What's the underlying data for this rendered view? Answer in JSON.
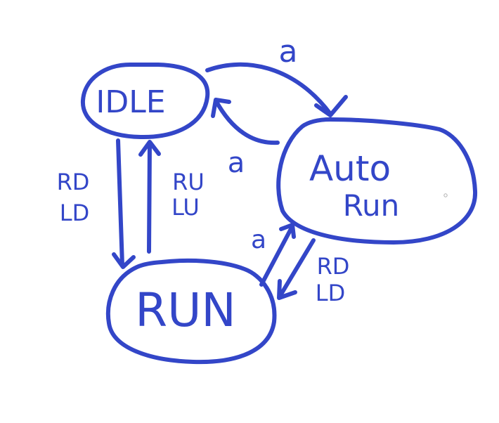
{
  "ink_color": "#3346c8",
  "states": {
    "idle": {
      "label": "IDLE"
    },
    "auto_run": {
      "line1": "Auto",
      "line2": "Run"
    },
    "run": {
      "label": "RUN"
    }
  },
  "transitions": {
    "idle_to_auto": {
      "label": "a"
    },
    "auto_to_idle": {
      "label": "a"
    },
    "idle_to_run": {
      "line1": "RD",
      "line2": "LD"
    },
    "run_to_idle": {
      "line1": "RU",
      "line2": "LU"
    },
    "run_to_auto": {
      "label": "a"
    },
    "auto_to_run": {
      "line1": "RD",
      "line2": "LD"
    }
  }
}
